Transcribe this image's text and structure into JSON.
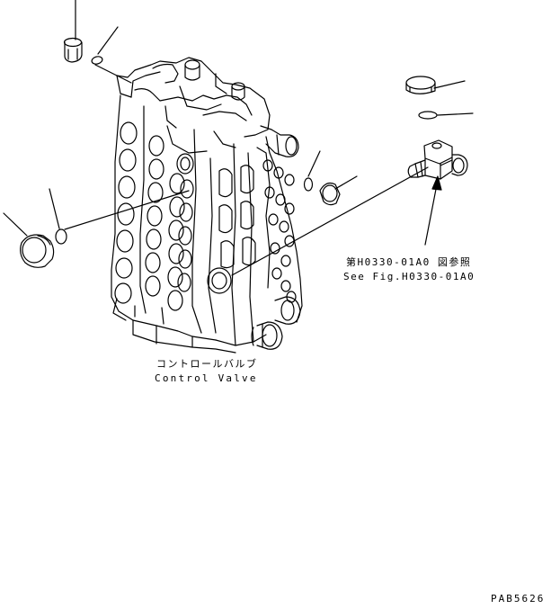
{
  "labels": {
    "control_valve_jp": "コントロールバルブ",
    "control_valve_en": "Control Valve",
    "reference_jp": "第H0330-01A0 図参照",
    "reference_en": "See Fig.H0330-01A0",
    "drawing_code": "PAB5626"
  },
  "colors": {
    "line": "#000000",
    "background": "#ffffff"
  }
}
